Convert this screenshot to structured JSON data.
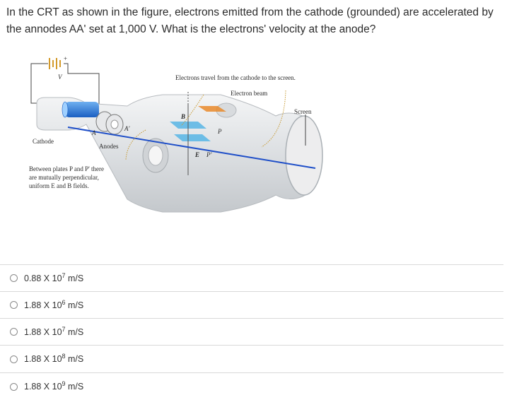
{
  "question": {
    "text": "In the CRT as shown in the figure, electrons emitted from the cathode (grounded) are accelerated by the annodes AA' set at 1,000 V. What is the electrons' velocity at the anode?"
  },
  "figure": {
    "labels": {
      "travel": "Electrons travel from the cathode to the screen.",
      "beam": "Electron beam",
      "screen": "Screen",
      "cathode": "Cathode",
      "anodes": "Anodes",
      "a": "A",
      "a_prime": "A'",
      "v": "V",
      "b": "B",
      "p": "P",
      "p_prime": "P'",
      "e": "E",
      "plates_line1": "Between plates P and P' there",
      "plates_line2": "are mutually perpendicular,",
      "plates_line3": "uniform E and B fields."
    },
    "colors": {
      "beam": "#1f4fc8",
      "tube": "#e2e4e6",
      "plate_blue": "#5fb8e6",
      "plate_orange": "#e98a2b"
    }
  },
  "options": [
    {
      "mantissa": "0.88 X 10",
      "exponent": "7",
      "unit": " m/S"
    },
    {
      "mantissa": "1.88 X 10",
      "exponent": "6",
      "unit": " m/S"
    },
    {
      "mantissa": "1.88 X 10",
      "exponent": "7",
      "unit": " m/S"
    },
    {
      "mantissa": "1.88 X 10",
      "exponent": "8",
      "unit": " m/S"
    },
    {
      "mantissa": "1.88 X 10",
      "exponent": "9",
      "unit": " m/S"
    }
  ]
}
